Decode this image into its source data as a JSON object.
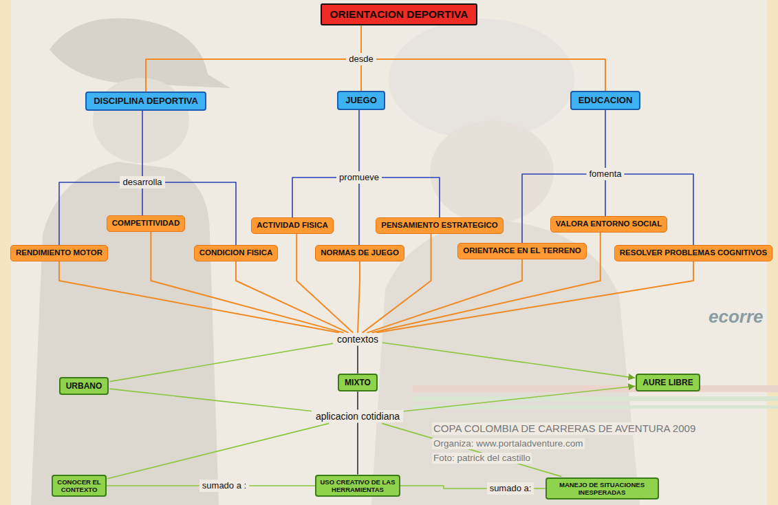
{
  "diagram": {
    "nodes": [
      {
        "text": [
          "ORIENTACION DEPORTIVA"
        ]
      },
      {
        "text": [
          "desde"
        ]
      },
      {
        "text": [
          "DISCIPLINA DEPORTIVA"
        ]
      },
      {
        "text": [
          "JUEGO"
        ]
      },
      {
        "text": [
          "EDUCACION"
        ]
      },
      {
        "text": [
          "desarrolla"
        ]
      },
      {
        "text": [
          "promueve"
        ]
      },
      {
        "text": [
          "fomenta"
        ]
      },
      {
        "text": [
          "COMPETITIVIDAD"
        ]
      },
      {
        "text": [
          "ACTIVIDAD FISICA"
        ]
      },
      {
        "text": [
          "PENSAMIENTO ESTRATEGICO"
        ]
      },
      {
        "text": [
          "VALORA ENTORNO SOCIAL"
        ]
      },
      {
        "text": [
          "RENDIMIENTO MOTOR"
        ]
      },
      {
        "text": [
          "CONDICION FISICA"
        ]
      },
      {
        "text": [
          "NORMAS DE JUEGO"
        ]
      },
      {
        "text": [
          "ORIENTARCE EN EL TERRENO"
        ]
      },
      {
        "text": [
          "RESOLVER PROBLEMAS COGNITIVOS"
        ]
      },
      {
        "text": [
          "contextos"
        ]
      },
      {
        "text": [
          "URBANO"
        ]
      },
      {
        "text": [
          "MIXTO"
        ]
      },
      {
        "text": [
          "AURE LIBRE"
        ]
      },
      {
        "text": [
          "aplicacion cotidiana"
        ]
      },
      {
        "text": [
          "CONOCER EL CONTEXTO"
        ]
      },
      {
        "text": [
          "sumado a :"
        ]
      },
      {
        "text": [
          "USO CREATIVO DE LAS HERRAMIENTAS"
        ]
      },
      {
        "text": [
          "sumado a:"
        ]
      },
      {
        "text": [
          "MANEJO DE SITUACIONES INESPERADAS"
        ]
      }
    ],
    "edges": [
      {
        "from": 0,
        "to": 1,
        "arrow": "none"
      },
      {
        "from": 1,
        "to": 2,
        "arrow": "none"
      },
      {
        "from": 1,
        "to": 3,
        "arrow": "none"
      },
      {
        "from": 1,
        "to": 4,
        "arrow": "none"
      },
      {
        "from": 2,
        "to": 5,
        "arrow": "none"
      },
      {
        "from": 3,
        "to": 6,
        "arrow": "none"
      },
      {
        "from": 4,
        "to": 7,
        "arrow": "none"
      },
      {
        "from": 5,
        "to": 12,
        "arrow": "none"
      },
      {
        "from": 5,
        "to": 8,
        "arrow": "none"
      },
      {
        "from": 5,
        "to": 13,
        "arrow": "none"
      },
      {
        "from": 6,
        "to": 9,
        "arrow": "none"
      },
      {
        "from": 6,
        "to": 14,
        "arrow": "none"
      },
      {
        "from": 6,
        "to": 10,
        "arrow": "none"
      },
      {
        "from": 7,
        "to": 15,
        "arrow": "none"
      },
      {
        "from": 7,
        "to": 11,
        "arrow": "none"
      },
      {
        "from": 7,
        "to": 16,
        "arrow": "none"
      },
      {
        "from": 8,
        "to": 17,
        "arrow": "none"
      },
      {
        "from": 9,
        "to": 17,
        "arrow": "none"
      },
      {
        "from": 10,
        "to": 17,
        "arrow": "none"
      },
      {
        "from": 11,
        "to": 17,
        "arrow": "none"
      },
      {
        "from": 12,
        "to": 17,
        "arrow": "none"
      },
      {
        "from": 13,
        "to": 17,
        "arrow": "none"
      },
      {
        "from": 14,
        "to": 17,
        "arrow": "none"
      },
      {
        "from": 15,
        "to": 17,
        "arrow": "none"
      },
      {
        "from": 16,
        "to": 17,
        "arrow": "none"
      },
      {
        "from": 17,
        "to": 18,
        "arrow": "none"
      },
      {
        "from": 17,
        "to": 19,
        "arrow": "none"
      },
      {
        "from": 17,
        "to": 20,
        "arrow": "to"
      },
      {
        "from": 18,
        "to": 21,
        "arrow": "none"
      },
      {
        "from": 19,
        "to": 21,
        "arrow": "none"
      },
      {
        "from": 21,
        "to": 20,
        "arrow": "to"
      },
      {
        "from": 21,
        "to": 22,
        "arrow": "none"
      },
      {
        "from": 21,
        "to": 24,
        "arrow": "none"
      },
      {
        "from": 21,
        "to": 26,
        "arrow": "none"
      },
      {
        "from": 22,
        "to": 23,
        "arrow": "none"
      },
      {
        "from": 23,
        "to": 24,
        "arrow": "none"
      },
      {
        "from": 24,
        "to": 25,
        "arrow": "none"
      },
      {
        "from": 25,
        "to": 26,
        "arrow": "none"
      }
    ],
    "labels": [
      "COPA COLOMBIA DE CARRERAS DE AVENTURA 2009",
      "Organiza: www.portaladventure.com",
      "Foto: patrick del castillo",
      "ecorre"
    ]
  }
}
